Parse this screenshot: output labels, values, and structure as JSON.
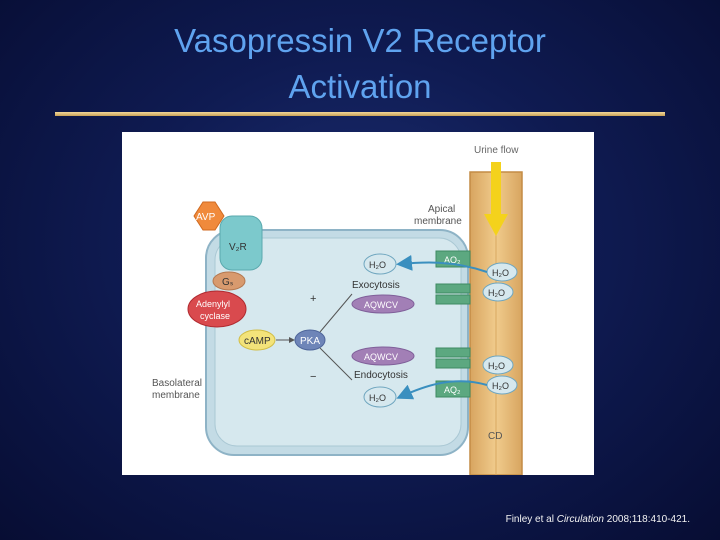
{
  "slide": {
    "title_line1": "Vasopressin V2 Receptor",
    "title_line2": "Activation",
    "citation_pre": "Finley et al ",
    "citation_journal": "Circulation",
    "citation_post": " 2008;118:410-421."
  },
  "diagram": {
    "urine_flow": "Urine flow",
    "apical_line1": "Apical",
    "apical_line2": "membrane",
    "basolateral_line1": "Basolateral",
    "basolateral_line2": "membrane",
    "avp": "AVP",
    "v2r": "V₂R",
    "gs": "Gₛ",
    "adenylyl_line1": "Adenylyl",
    "adenylyl_line2": "cyclase",
    "camp": "cAMP",
    "pka": "PKA",
    "plus": "+",
    "minus": "−",
    "exocytosis": "Exocytosis",
    "endocytosis": "Endocytosis",
    "aqwcv_top": "AQWCV",
    "aqwcv_bottom": "AQWCV",
    "h2o_cell_top": "H₂O",
    "h2o_cell_bottom": "H₂O",
    "aq2_top": "AQ₂",
    "aq2_bottom": "AQ₂",
    "h2o_duct_1": "H₂O",
    "h2o_duct_2": "H₂O",
    "h2o_duct_3": "H₂O",
    "h2o_duct_4": "H₂O",
    "cd": "CD"
  },
  "colors": {
    "title": "#5fa3ef",
    "rule": "#e3c27c",
    "cell_fill": "#d3e5ec",
    "cell_border": "#8eb3c6",
    "duct": "#e8bd7c",
    "avp": "#f08a3c",
    "v2r": "#7cc9cc",
    "adenylyl": "#d94a4e",
    "camp": "#f3e37a",
    "pka": "#6e85b8",
    "aqwcv": "#a27fb6",
    "aq_channel": "#5ca880",
    "arrow": "#3a8fbf"
  }
}
